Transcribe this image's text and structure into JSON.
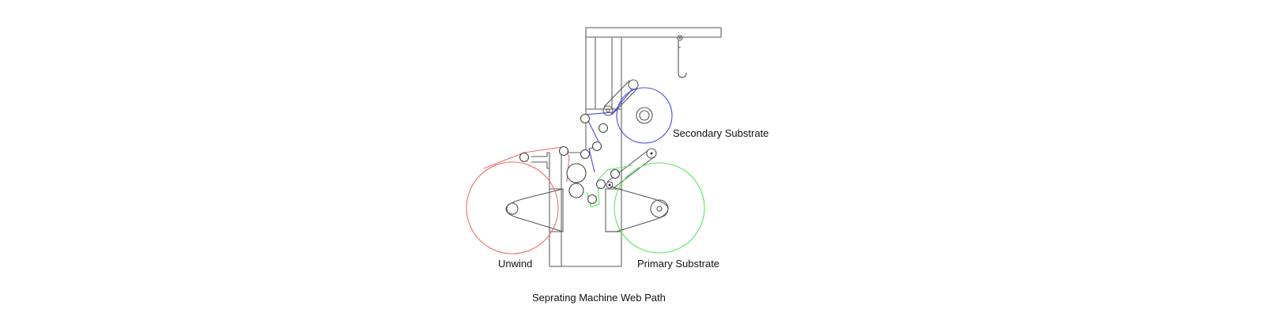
{
  "diagram": {
    "title": "Seprating Machine Web Path",
    "labels": {
      "secondary": "Secondary Substrate",
      "unwind": "Unwind",
      "primary": "Primary Substrate"
    },
    "colors": {
      "unwind_web": "#f26b6b",
      "secondary_web": "#4a4ae0",
      "primary_web": "#5ce65c",
      "frame": "#7a7a7a"
    }
  }
}
